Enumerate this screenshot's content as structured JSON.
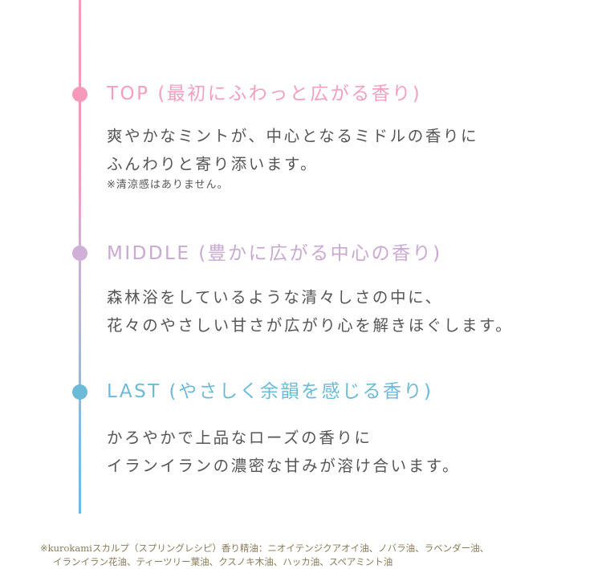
{
  "colors": {
    "top": "#f59fbd",
    "middle": "#cfb0d6",
    "last": "#6bbbd8"
  },
  "sections": [
    {
      "heading": "TOP (最初にふわっと広がる香り)",
      "lines": [
        "爽やかなミントが、中心となるミドルの香りに",
        "ふんわりと寄り添います。"
      ],
      "note": "※清涼感はありません。"
    },
    {
      "heading": "MIDDLE (豊かに広がる中心の香り)",
      "lines": [
        "森林浴をしているような清々しさの中に、",
        "花々のやさしい甘さが広がり心を解きほぐします。"
      ]
    },
    {
      "heading": "LAST (やさしく余韻を感じる香り)",
      "lines": [
        "かろやかで上品なローズの香りに",
        "イランイランの濃密な甘みが溶け合います。"
      ]
    }
  ],
  "footnote": {
    "line1": "※kurokamiスカルプ（スプリングレシピ）香り精油：ニオイテンジクアオイ油、ノバラ油、ラベンダー油、",
    "line2": "イランイラン花油、ティーツリー葉油、クスノキ木油、ハッカ油、スペアミント油"
  }
}
